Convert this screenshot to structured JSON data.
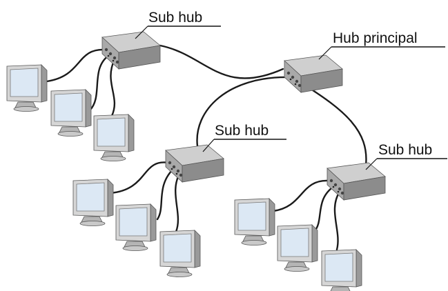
{
  "labels": {
    "sub_hub_top": "Sub hub",
    "hub_principal": "Hub principal",
    "sub_hub_middle": "Sub hub",
    "sub_hub_right": "Sub hub"
  },
  "colors": {
    "hub_top": "#cfcfcf",
    "hub_front": "#a9a9a9",
    "hub_side": "#8c8c8c",
    "monitor_body": "#d6d6d6",
    "monitor_dark": "#9a9a9a",
    "screen": "#dce8f4",
    "cable": "#1a1a1a"
  }
}
